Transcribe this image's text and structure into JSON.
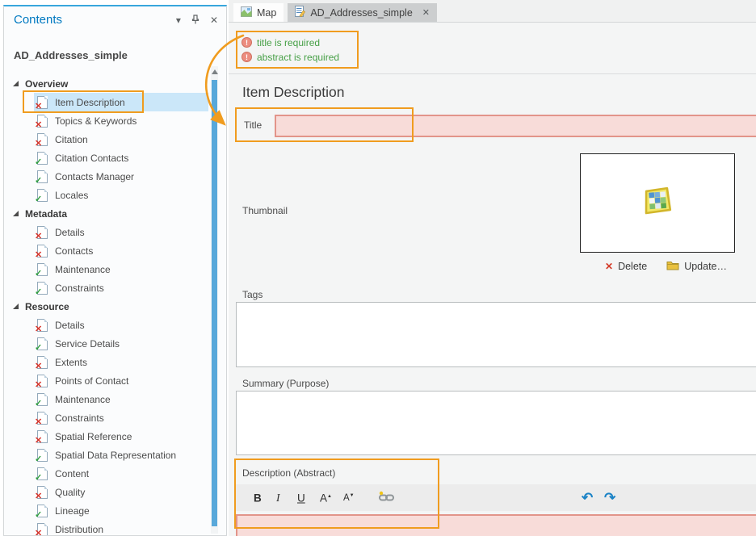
{
  "panel": {
    "title": "Contents",
    "item_name": "AD_Addresses_simple",
    "sections": [
      {
        "label": "Overview",
        "items": [
          {
            "label": "Item Description",
            "status": "error",
            "selected": true,
            "annotated": true
          },
          {
            "label": "Topics & Keywords",
            "status": "error"
          },
          {
            "label": "Citation",
            "status": "error"
          },
          {
            "label": "Citation Contacts",
            "status": "ok"
          },
          {
            "label": "Contacts Manager",
            "status": "ok"
          },
          {
            "label": "Locales",
            "status": "ok"
          }
        ]
      },
      {
        "label": "Metadata",
        "items": [
          {
            "label": "Details",
            "status": "error"
          },
          {
            "label": "Contacts",
            "status": "error"
          },
          {
            "label": "Maintenance",
            "status": "ok"
          },
          {
            "label": "Constraints",
            "status": "ok"
          }
        ]
      },
      {
        "label": "Resource",
        "items": [
          {
            "label": "Details",
            "status": "error"
          },
          {
            "label": "Service Details",
            "status": "ok"
          },
          {
            "label": "Extents",
            "status": "error"
          },
          {
            "label": "Points of Contact",
            "status": "error"
          },
          {
            "label": "Maintenance",
            "status": "ok"
          },
          {
            "label": "Constraints",
            "status": "error"
          },
          {
            "label": "Spatial Reference",
            "status": "error"
          },
          {
            "label": "Spatial Data Representation",
            "status": "ok"
          },
          {
            "label": "Content",
            "status": "ok"
          },
          {
            "label": "Quality",
            "status": "error"
          },
          {
            "label": "Lineage",
            "status": "ok"
          },
          {
            "label": "Distribution",
            "status": "error"
          }
        ]
      }
    ]
  },
  "tabs": [
    {
      "label": "Map",
      "icon": "map-icon",
      "active": false,
      "closable": false
    },
    {
      "label": "AD_Addresses_simple",
      "icon": "metadata-page-icon",
      "active": true,
      "closable": true
    }
  ],
  "validation": {
    "messages": [
      "title is required",
      "abstract is required"
    ]
  },
  "editor": {
    "heading": "Item Description",
    "title": {
      "label": "Title",
      "value": ""
    },
    "thumbnail": {
      "label": "Thumbnail",
      "delete_label": "Delete",
      "update_label": "Update…"
    },
    "tags": {
      "label": "Tags",
      "value": ""
    },
    "summary": {
      "label": "Summary (Purpose)",
      "value": ""
    },
    "description": {
      "label": "Description (Abstract)",
      "value": "",
      "toolbar": {
        "bold": "B",
        "italic": "I",
        "underline": "U",
        "grow": "A",
        "shrink": "A"
      }
    }
  },
  "icons": {
    "dropdown": "▾",
    "close": "✕",
    "pin": "pushpin",
    "exclaim": "!",
    "error_mark": "✕",
    "ok_mark": "✓",
    "grow_triangle": "▲",
    "shrink_triangle": "▼",
    "undo": "↶",
    "redo": "↷",
    "delete_x": "✕"
  },
  "colors": {
    "accent_blue": "#0079c1",
    "panel_top_border": "#38a6dd",
    "annotation_orange": "#f09c1f",
    "message_green": "#47a047",
    "error_field_bg": "#f8dcd9",
    "error_field_border": "#e2948a",
    "selected_item_bg": "#cbe7f9",
    "scrollbar_blue": "#58a8da"
  }
}
